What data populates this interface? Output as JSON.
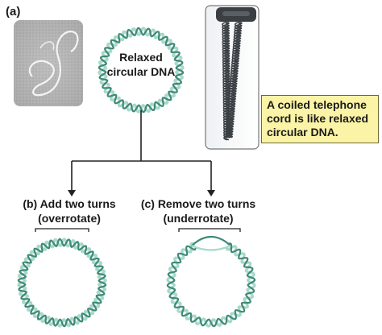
{
  "panel_a": {
    "label": "(a)",
    "center_title_line1": "Relaxed",
    "center_title_line2": "circular DNA",
    "callout_line1": "A coiled telephone",
    "callout_line2": "cord is like relaxed",
    "callout_line3": "circular DNA."
  },
  "panel_b": {
    "line1": "(b) Add two turns",
    "line2": "(overrotate)"
  },
  "panel_c": {
    "line1": "(c) Remove two turns",
    "line2": "(underrotate)"
  },
  "colors": {
    "dna_light": "#a9d8c9",
    "dna_dark": "#3e8a78",
    "connector": "#222222",
    "callout_bg": "#fbf3a6"
  }
}
